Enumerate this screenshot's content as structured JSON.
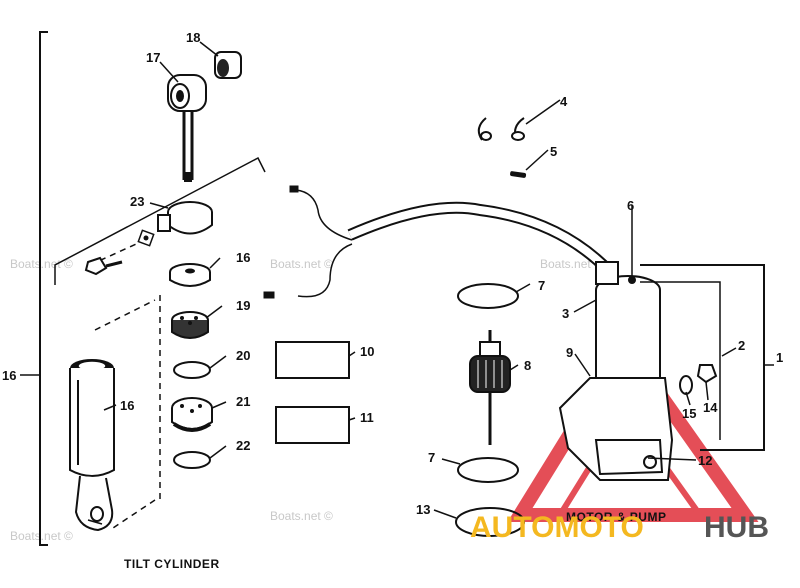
{
  "diagram": {
    "captions": {
      "tilt_cylinder": "TILT CYLINDER",
      "motor_pump": "MOTOR & PUMP"
    },
    "part_numbers": [
      "1",
      "2",
      "3",
      "4",
      "5",
      "6",
      "7",
      "7",
      "8",
      "9",
      "10",
      "11",
      "12",
      "13",
      "14",
      "15",
      "16",
      "16",
      "16",
      "17",
      "18",
      "19",
      "20",
      "21",
      "22",
      "23"
    ]
  },
  "watermarks": [
    "Boats.net ©",
    "Boats.net ©",
    "Boats.net ©",
    "Boats.net ©",
    "Boats.net ©"
  ],
  "logo": {
    "text_a": "AUTOMOTO",
    "text_b": "HUB",
    "color_a": "#f4b820",
    "color_b": "#555555",
    "triangle_color": "#e0303a"
  }
}
